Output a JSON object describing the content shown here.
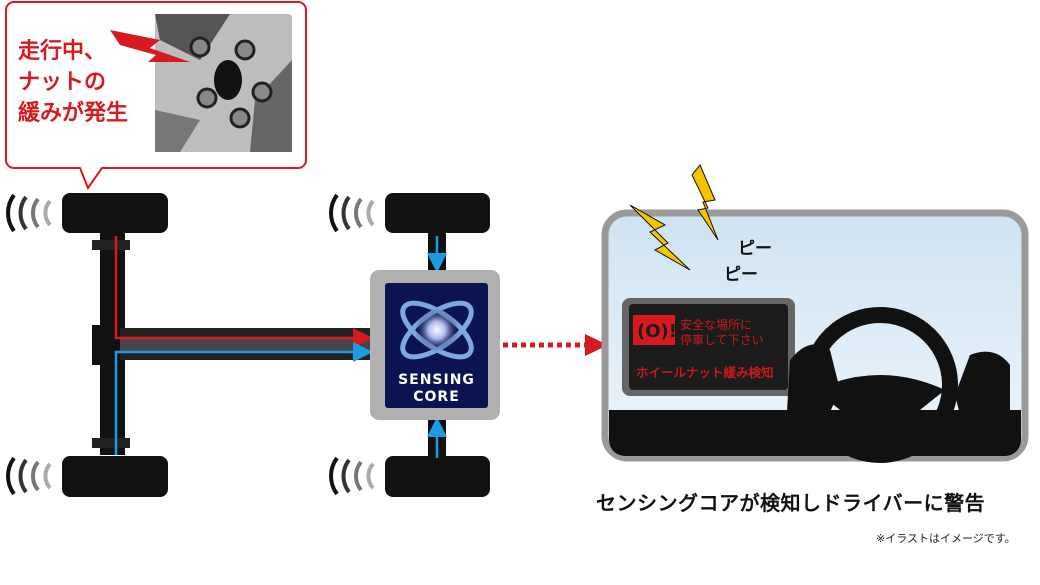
{
  "callout": {
    "text": "走行中、\nナットの\n緩みが発生"
  },
  "sensing_core": {
    "line1": "SENSING",
    "line2": "CORE"
  },
  "alarm": {
    "beep1": "ピー",
    "beep2": "ピー"
  },
  "display": {
    "message": "安全な場所に\n停車して下さい",
    "warning": "ホイールナット緩み検知"
  },
  "caption": "センシングコアが検知しドライバーに警告",
  "note": "※イラストはイメージです。",
  "colors": {
    "red": "#d71920",
    "blue": "#1e9be0",
    "navy": "#0b1450",
    "yellow": "#f5c400"
  }
}
